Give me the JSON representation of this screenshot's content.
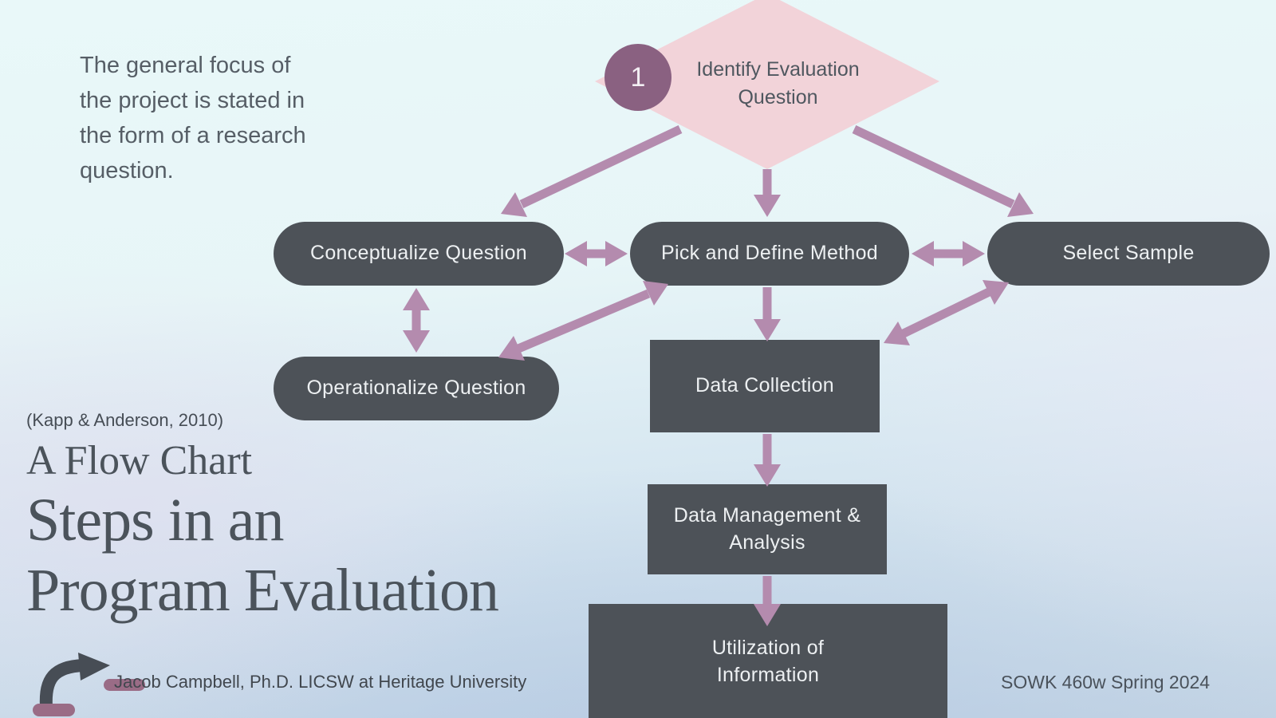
{
  "colors": {
    "background_top": "#e9f8f9",
    "background_bottom": "#c2d3e4",
    "node_fill": "#4d5258",
    "node_text": "#edf0f2",
    "diamond_fill": "#f2d3d9",
    "badge_fill": "#8a6181",
    "arrow": "#b48bae",
    "logo_arrow": "#474d55",
    "logo_dash": "#9a6c86",
    "text_dark": "#4b535b"
  },
  "annotation": {
    "lines": [
      "The general focus of",
      "the project is stated in",
      "the form of a research",
      "question."
    ]
  },
  "flowchart": {
    "start": {
      "number": "1",
      "label": "Identify Evaluation Question"
    },
    "nodes": {
      "conceptualize": "Conceptualize Question",
      "pick_method": "Pick and Define Method",
      "select_sample": "Select Sample",
      "operationalize": "Operationalize Question",
      "data_collection": "Data Collection",
      "data_management": "Data Management & Analysis",
      "utilization": "Utilization of Information"
    }
  },
  "titles": {
    "citation": "(Kapp & Anderson, 2010)",
    "kicker": "A Flow Chart",
    "title_lines": [
      "Steps in an",
      "Program Evaluation"
    ]
  },
  "footer": {
    "author": "Jacob Campbell, Ph.D. LICSW at Heritage University",
    "course": "SOWK 460w Spring 2024"
  }
}
